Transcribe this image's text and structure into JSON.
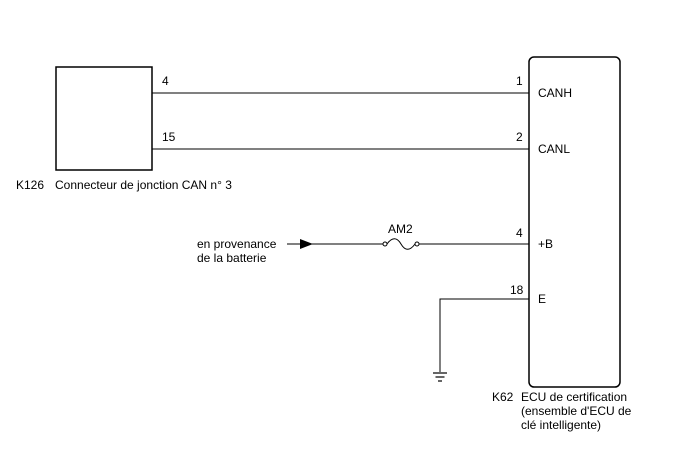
{
  "junction_connector": {
    "code": "K126",
    "name": "Connecteur de jonction CAN n° 3",
    "pins": {
      "canh": "4",
      "canl": "15"
    }
  },
  "ecu": {
    "code": "K62",
    "name_lines": [
      "ECU de certification",
      "(ensemble d'ECU de",
      "clé intelligente)"
    ],
    "pins": {
      "canh": {
        "number": "1",
        "signal": "CANH"
      },
      "canl": {
        "number": "2",
        "signal": "CANL"
      },
      "power": {
        "number": "4",
        "signal": "+B"
      },
      "ground": {
        "number": "18",
        "signal": "E"
      }
    }
  },
  "power_source": {
    "lines": [
      "en provenance",
      "de la batterie"
    ]
  },
  "fuse": {
    "label": "AM2"
  },
  "colors": {
    "line": "#000000",
    "background": "#ffffff"
  }
}
